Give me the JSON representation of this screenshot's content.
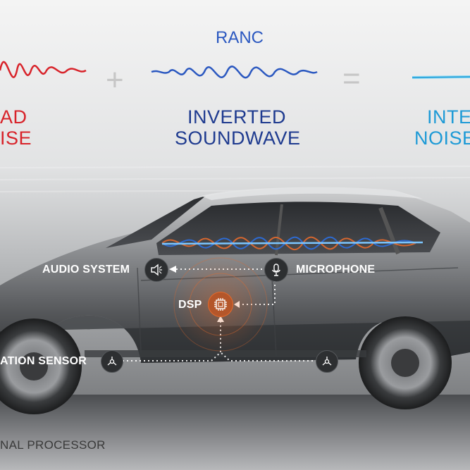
{
  "header": {
    "left_line1": "AD",
    "left_line2": "ISE",
    "ranc_title": "RANC",
    "middle_line1": "INVERTED",
    "middle_line2": "SOUNDWAVE",
    "right_line1": "INTE",
    "right_line2": "NOISE",
    "plus_symbol": "+",
    "equals_symbol": "="
  },
  "diagram": {
    "audio_system_label": "AUDIO SYSTEM",
    "microphone_label": "MICROPHONE",
    "dsp_label": "DSP",
    "sensor_label": "ATION SENSOR"
  },
  "footer": {
    "caption": "NAL PROCESSOR"
  },
  "colors": {
    "road_noise": "#d8232a",
    "inverted_wave": "#2b58c0",
    "result_wave": "#1e9ad6",
    "dsp_accent": "#e46a2c"
  },
  "icons": [
    "speaker-icon",
    "microphone-icon",
    "chip-icon",
    "sensor-icon"
  ]
}
